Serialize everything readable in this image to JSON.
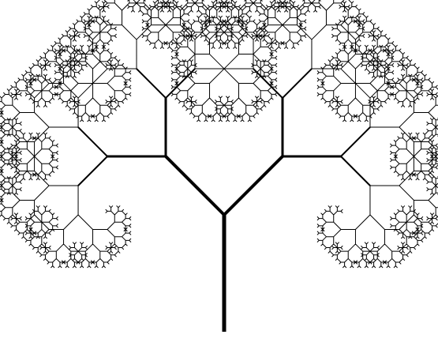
{
  "figure": {
    "kind": "fractal tree",
    "background_color": "#ffffff",
    "stroke_color": "#000000",
    "branching_angle_degrees": 45,
    "branches_per_node": 2,
    "recursion_depth": 11,
    "trunk_orientation": "vertical"
  }
}
